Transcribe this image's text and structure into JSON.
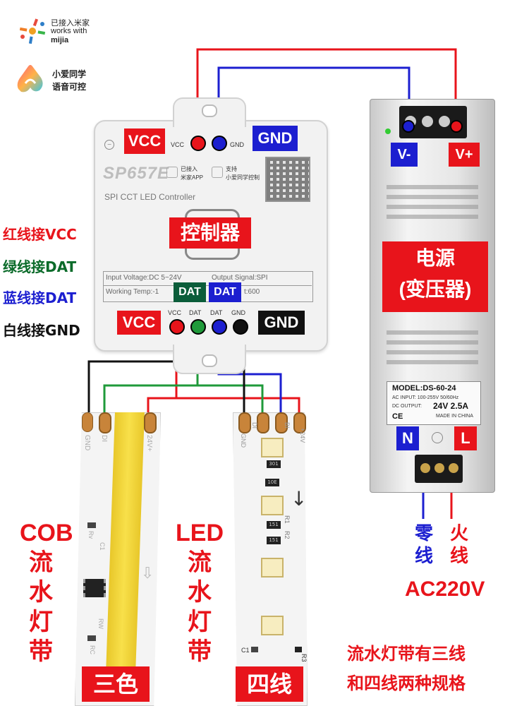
{
  "brand": {
    "mijia_line1": "已接入米家",
    "mijia_line2": "works with",
    "mijia_line3": "mijia",
    "xiaoai_line1": "小爱同学",
    "xiaoai_line2": "语音可控"
  },
  "controller": {
    "model": "SP657E",
    "subtitle": "SPI CCT LED Controller",
    "center_label": "控制器",
    "app_label1": "已接入",
    "app_label2": "米家APP",
    "voice_label1": "支持",
    "voice_label2": "小爱同学控制",
    "top_vcc_pin": "VCC",
    "top_gnd_pin": "GND",
    "spec_row1_left": "Input Voltage:DC 5~24V",
    "spec_row1_right": "Output Signal:SPI",
    "spec_row2_left": "Working Temp:-1",
    "spec_row2_right": "t:600",
    "pin_vcc": "VCC",
    "pin_dat1": "DAT",
    "pin_dat2": "DAT",
    "pin_gnd": "GND"
  },
  "badges": {
    "top_vcc": "VCC",
    "top_gnd": "GND",
    "dat_green": "DAT",
    "dat_blue": "DAT",
    "bottom_vcc": "VCC",
    "bottom_gnd": "GND"
  },
  "legend": {
    "red": "红线接VCC",
    "green": "绿线接DAT",
    "blue": "蓝线接DAT",
    "white": "白线接GND"
  },
  "power": {
    "vminus": "V-",
    "vplus": "V+",
    "title1": "电源",
    "title2": "(变压器)",
    "model": "MODEL:DS-60-24",
    "ac_input": "AC INPUT: 100-255V 50/60Hz",
    "dc_output_label": "DC OUTPUT:",
    "dc_output_value": "24V 2.5A",
    "made_in": "MADE IN CHINA",
    "n": "N",
    "l": "L",
    "neutral": "零线",
    "live": "火线",
    "ac": "AC220V"
  },
  "strips": {
    "cob_pin_gnd": "GND",
    "cob_pin_di": "DI",
    "cob_pin_24v": "24V+",
    "cob_comp1": "Rv",
    "cob_comp2": "C1",
    "cob_comp3": "RW",
    "cob_comp4": "RC",
    "led_pin_gnd": "GND",
    "led_pin_di": "DI",
    "led_pin_bi": "BI",
    "led_pin_24v": "+24V",
    "led_res1": "301",
    "led_res2": "10E",
    "led_res3": "151",
    "led_res4": "151",
    "led_lbl_r1": "R1",
    "led_lbl_r2": "R2",
    "led_lbl_c1": "C1",
    "led_lbl_r3": "R3",
    "cob_title": [
      "COB",
      "流",
      "水",
      "灯",
      "带"
    ],
    "led_title": [
      "LED",
      "流",
      "水",
      "灯",
      "带"
    ],
    "cob_bottom": "三色",
    "led_bottom": "四线"
  },
  "note": {
    "line1": "流水灯带有三线",
    "line2": "和四线两种规格"
  },
  "colors": {
    "red": "#e8141b",
    "blue": "#1c1fd0",
    "green": "#0b5d3a",
    "black": "#111111",
    "cob_yellow": "#f2d83b"
  }
}
